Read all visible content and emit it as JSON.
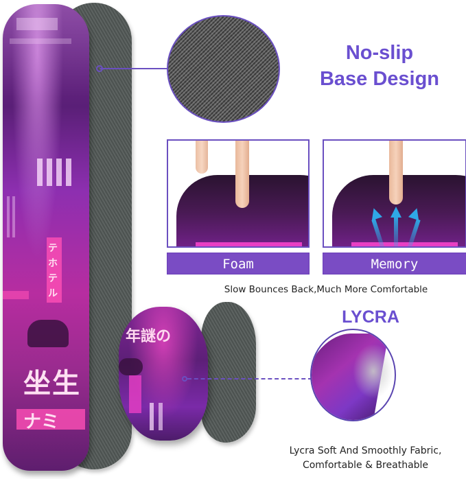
{
  "headings": {
    "base_line1": "No-slip",
    "base_line2": "Base Design",
    "lycra": "LYCRA"
  },
  "comparison": {
    "panels": [
      {
        "label": "Foam"
      },
      {
        "label": "Memory"
      }
    ],
    "caption": "Slow Bounces Back,Much More Comfortable"
  },
  "lycra_caption": {
    "line1": "Lycra Soft And Smoothly Fabric,",
    "line2": "Comfortable & Breathable"
  },
  "colors": {
    "accent_purple": "#6a4fd0",
    "label_bar": "#7a4cc4",
    "arrow_blue": "#2fa8e6"
  }
}
